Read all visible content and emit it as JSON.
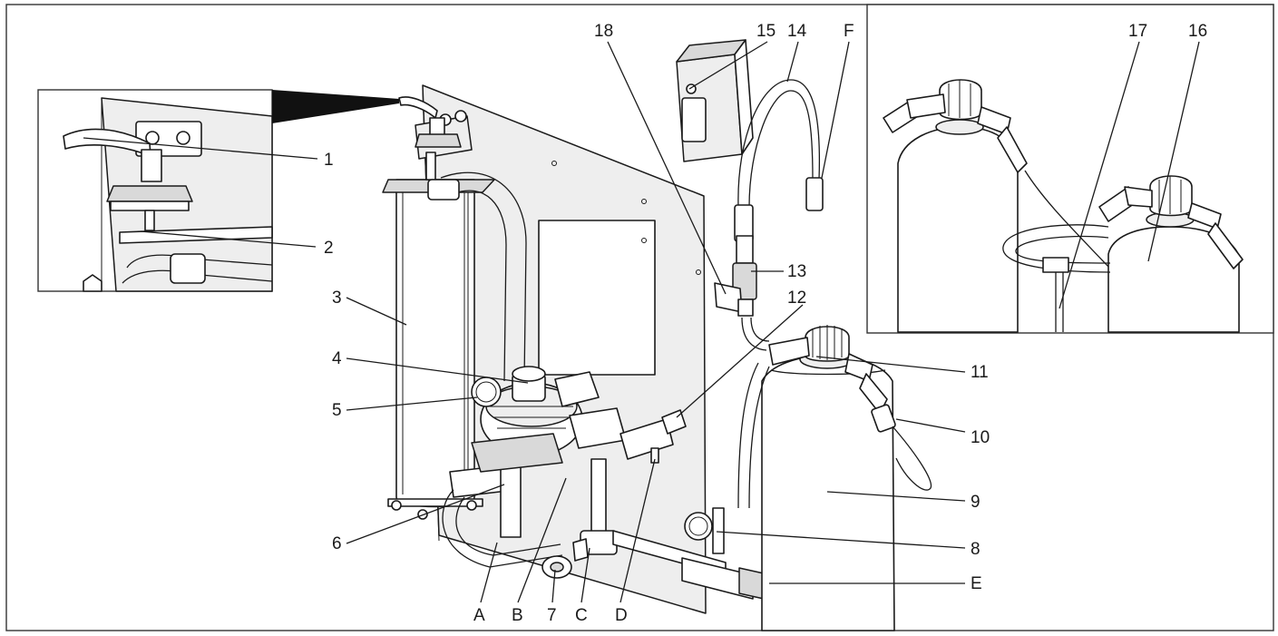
{
  "labels": {
    "l1": "1",
    "l2": "2",
    "l3": "3",
    "l4": "4",
    "l5": "5",
    "l6": "6",
    "l7": "7",
    "l8": "8",
    "l9": "9",
    "l10": "10",
    "l11": "11",
    "l12": "12",
    "l13": "13",
    "l14": "14",
    "l15": "15",
    "l16": "16",
    "l17": "17",
    "l18": "18",
    "lA": "A",
    "lB": "B",
    "lC": "C",
    "lD": "D",
    "lE": "E",
    "lF": "F"
  },
  "colors": {
    "line": "#1a1a1a",
    "fill_light": "#eeeeee",
    "fill_mid": "#d9d9d9",
    "background": "#ffffff"
  }
}
